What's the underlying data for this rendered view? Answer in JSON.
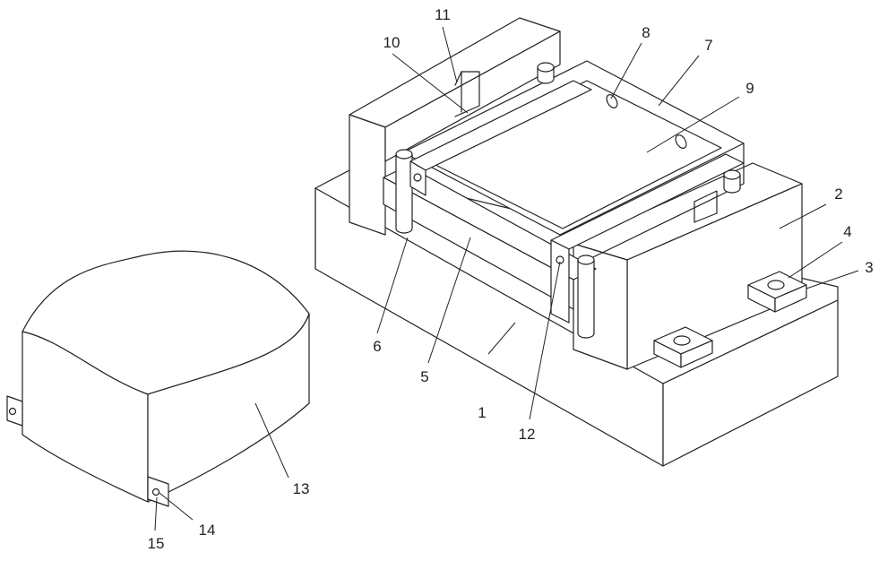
{
  "labels": {
    "l1": "1",
    "l2": "2",
    "l3": "3",
    "l4": "4",
    "l5": "5",
    "l6": "6",
    "l7": "7",
    "l8": "8",
    "l9": "9",
    "l10": "10",
    "l11": "11",
    "l12": "12",
    "l13": "13",
    "l14": "14",
    "l15": "15"
  },
  "colors": {
    "line": "#222222",
    "background": "#ffffff"
  }
}
